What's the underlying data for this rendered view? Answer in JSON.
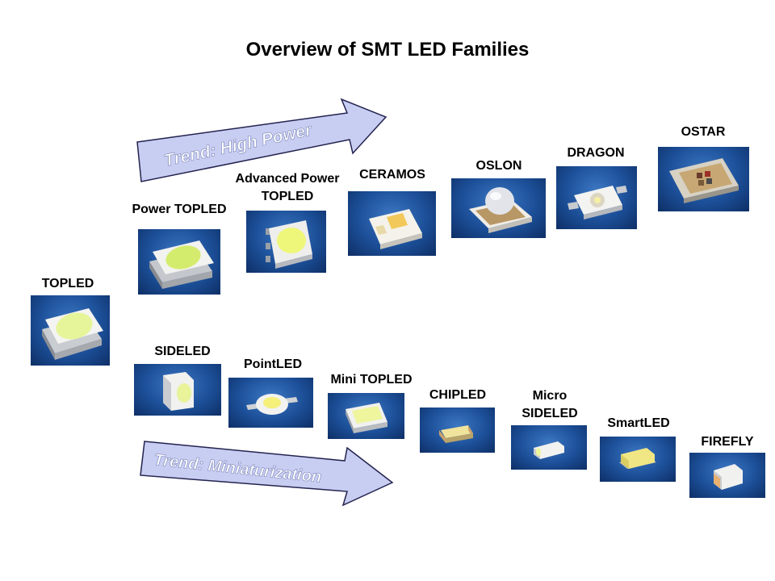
{
  "title": "Overview of SMT LED Families",
  "trends": {
    "high_power": "Trend: High Power",
    "miniaturization": "Trend: Miniaturization"
  },
  "colors": {
    "arrow_fill": "#c8cdf2",
    "arrow_stroke": "#23234f",
    "photo_blue": "#1c4f98",
    "led_yellow": "#f2f59a"
  },
  "high_power_family": [
    {
      "id": "topled",
      "lines": [
        "TOPLED"
      ]
    },
    {
      "id": "power-topled",
      "lines": [
        "Power TOPLED"
      ]
    },
    {
      "id": "advanced-power-topled",
      "lines": [
        "Advanced Power",
        "TOPLED"
      ]
    },
    {
      "id": "ceramos",
      "lines": [
        "CERAMOS"
      ]
    },
    {
      "id": "oslon",
      "lines": [
        "OSLON"
      ]
    },
    {
      "id": "dragon",
      "lines": [
        "DRAGON"
      ]
    },
    {
      "id": "ostar",
      "lines": [
        "OSTAR"
      ]
    }
  ],
  "miniaturization_family": [
    {
      "id": "sideled",
      "lines": [
        "SIDELED"
      ]
    },
    {
      "id": "pointled",
      "lines": [
        "PointLED"
      ]
    },
    {
      "id": "mini-topled",
      "lines": [
        "Mini TOPLED"
      ]
    },
    {
      "id": "chipled",
      "lines": [
        "CHIPLED"
      ]
    },
    {
      "id": "micro-sideled",
      "lines": [
        "Micro",
        "SIDELED"
      ]
    },
    {
      "id": "smartled",
      "lines": [
        "SmartLED"
      ]
    },
    {
      "id": "firefly",
      "lines": [
        "FIREFLY"
      ]
    }
  ]
}
